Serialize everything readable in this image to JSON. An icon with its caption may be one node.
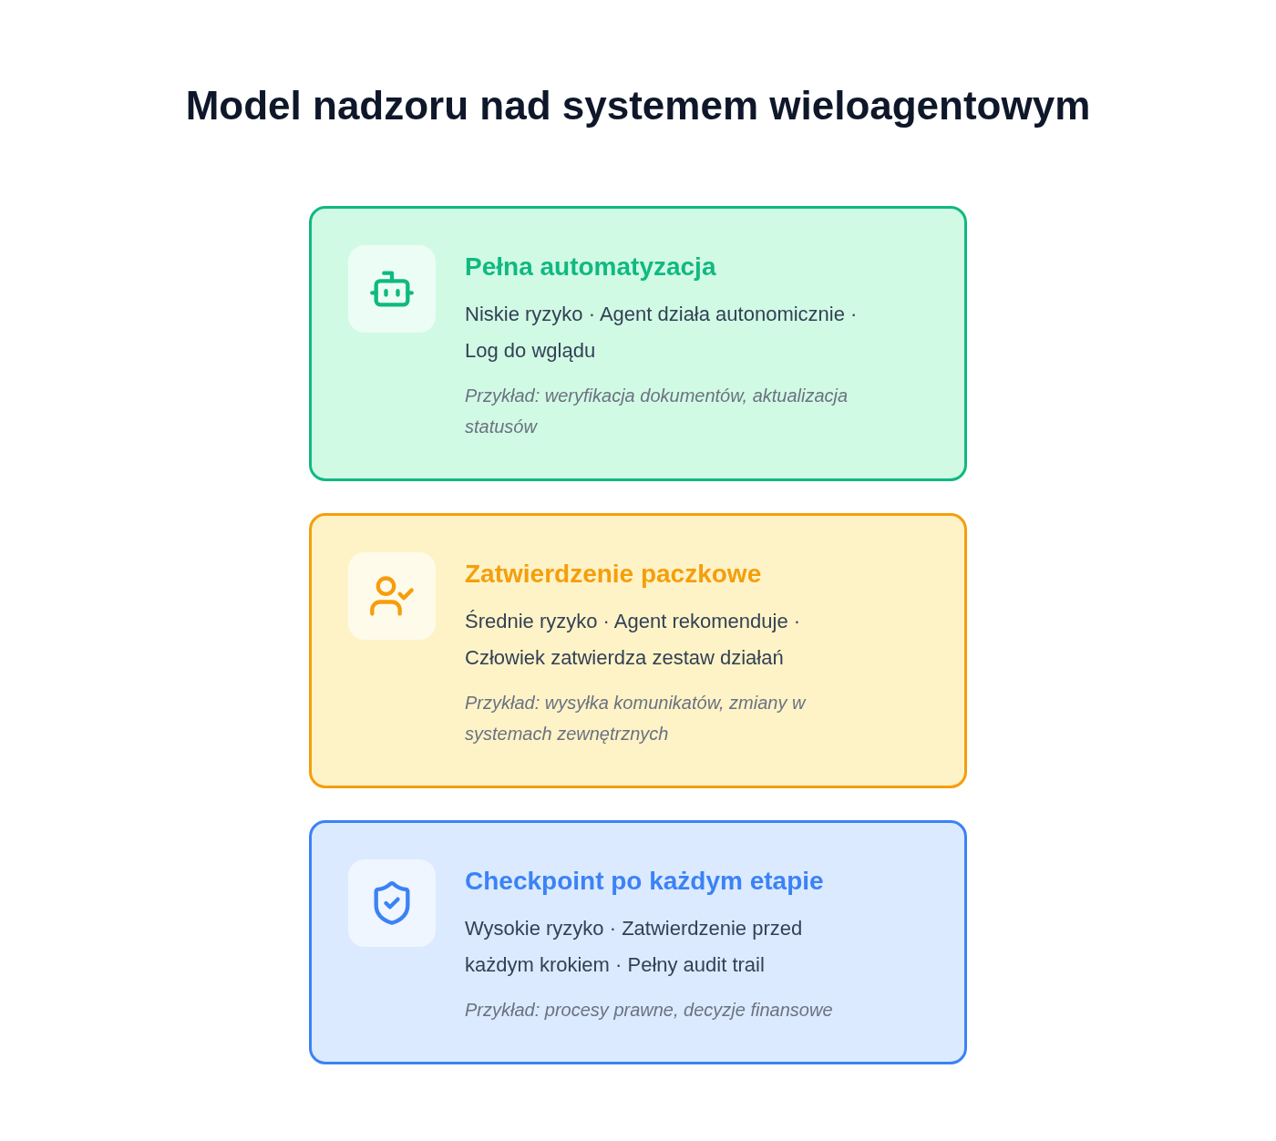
{
  "diagram": {
    "title": "Model nadzoru nad systemem wieloagentowym",
    "nodes": [
      {
        "text": [
          "Pełna automatyzacja",
          "Niskie ryzyko · Agent działa autonomicznie · Log do wglądu",
          "Przykład: weryfikacja dokumentów, aktualizacja statusów"
        ]
      },
      {
        "text": [
          "Zatwierdzenie paczkowe",
          "Średnie ryzyko · Agent rekomenduje · Człowiek zatwierdza zestaw działań",
          "Przykład: wysyłka komunikatów, zmiany w systemach zewnętrznych"
        ]
      },
      {
        "text": [
          "Checkpoint po każdym etapie",
          "Wysokie ryzyko · Zatwierdzenie przed każdym krokiem · Pełny audit trail",
          "Przykład: procesy prawne, decyzje finansowe"
        ]
      }
    ],
    "edges": []
  }
}
